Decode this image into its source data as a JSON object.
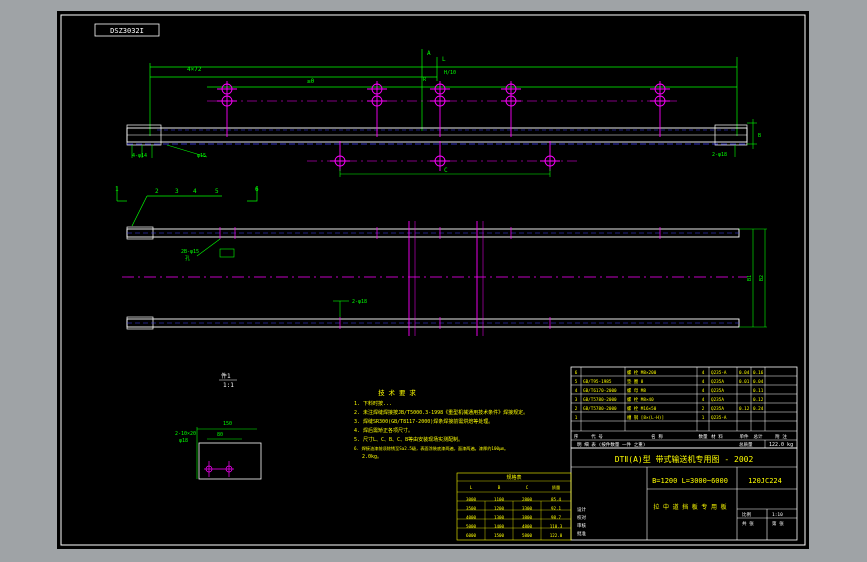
{
  "drawing": {
    "code": "DSZ3032I",
    "view_label": "件1",
    "view_scale": "1:1",
    "dims": {
      "top1": "4×72",
      "top2": "≥0",
      "top3": "L",
      "top4": "A",
      "top5": "H/10",
      "top6": "R",
      "leftA": "4-φ14",
      "leftB": "φ15",
      "bottomC": "C",
      "rightB": "2-φ18",
      "rightC": "B",
      "plan_left": "2B-φ15",
      "plan_left2": "孔",
      "plan_mid": "2-φ18",
      "plan_right1": "B1",
      "plan_right2": "B2",
      "detail_w": "150",
      "detail_h": "80",
      "detail_hole": "2-10×20",
      "detail_hole2": "φ18"
    },
    "callouts": [
      "1",
      "2",
      "3",
      "4",
      "5",
      "6"
    ],
    "tech_title": "技 术 要 求",
    "tech_notes": [
      "1. 下料时按...",
      "2. 未注焊缝焊接按JB/T5000.3-1998《重型机械通用技术条件》焊接规定。",
      "3. 焊缝SR300(GB/T8117-2000)焊条焊接前需烘焙等处理。",
      "4. 焊后需矫正各项尺寸。",
      "5. 尺寸L、C、B、C、B等由安装现场实测配制。",
      "6. 焊接油漆前须除锈至Sa2.5级，表面涂装底漆两遍，面漆两遍。漆厚约100μm。"
    ],
    "tech_note_end": "2.0kg。",
    "bom_rows": [
      {
        "no": "6",
        "code": "",
        "name": "螺 栓 M8×200",
        "qty": "4",
        "mat": "Q235-A",
        "mass": "0.04",
        "total": "0.16"
      },
      {
        "no": "5",
        "code": "GB/T95-1985",
        "name": "垫 圈 8",
        "qty": "4",
        "mat": "Q235A",
        "mass": "0.01",
        "total": "0.04"
      },
      {
        "no": "4",
        "code": "GB/T6170-2000",
        "name": "螺 母 M8",
        "qty": "4",
        "mat": "Q235A",
        "mass": "",
        "total": "0.11"
      },
      {
        "no": "3",
        "code": "GB/T5780-2000",
        "name": "螺 栓 M8×40",
        "qty": "4",
        "mat": "Q235A",
        "mass": "",
        "total": "0.12"
      },
      {
        "no": "2",
        "code": "GB/T5780-2000",
        "name": "螺 栓 M16×50",
        "qty": "2",
        "mat": "Q235A",
        "mass": "0.12",
        "total": "0.24"
      },
      {
        "no": "1",
        "code": "",
        "name": "槽 钢 [8×(L-H)]",
        "qty": "1",
        "mat": "Q235-A",
        "mass": "",
        "total": ""
      }
    ],
    "bom_header": [
      "序",
      "代 号",
      "名 称",
      "数量",
      "材 料",
      "单件",
      "总计",
      "附 注"
    ],
    "weight_row": {
      "label": "明 细 表 (按件数量 一件 之重)",
      "unit_label": "总质量",
      "value": "122.0 kg"
    },
    "title_main": "DTⅡ(A)型  带式输送机专用图 - 2002",
    "title_spec": "B=1200 L=3000~6000",
    "title_no": "120JC224",
    "title_part": "拉 中 道 挡 板 专 用 板",
    "mini_title": "规格表",
    "mini_rows": [
      [
        "L",
        "B",
        "C",
        "质量"
      ],
      [
        "3000",
        "1100",
        "2800",
        "85.4"
      ],
      [
        "3500",
        "1200",
        "3300",
        "92.1"
      ],
      [
        "4000",
        "1300",
        "3800",
        "98.7"
      ],
      [
        "5000",
        "1400",
        "4800",
        "110.3"
      ],
      [
        "6000",
        "1500",
        "5800",
        "122.0"
      ]
    ],
    "title_sign": [
      "设计",
      "校对",
      "审核",
      "批准"
    ],
    "title_cells": [
      "比例",
      "1:10",
      "共 张",
      "第 张"
    ]
  }
}
